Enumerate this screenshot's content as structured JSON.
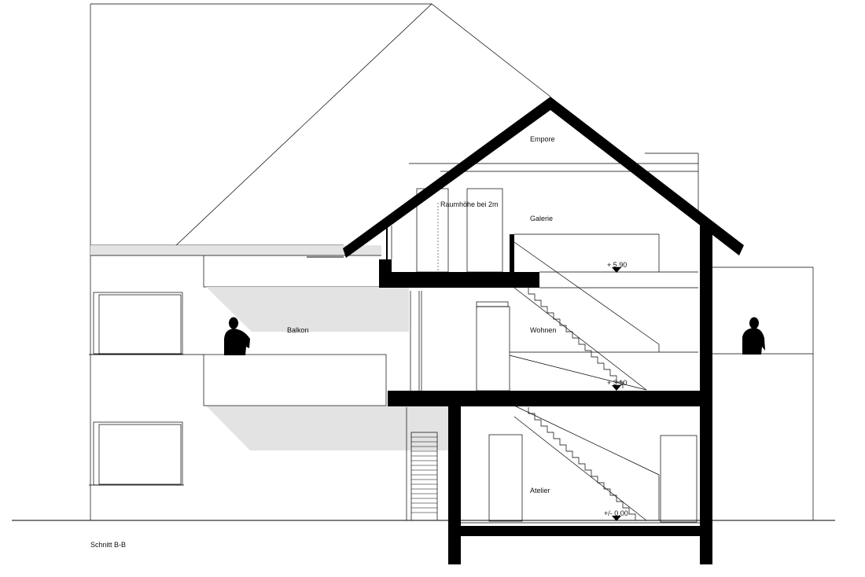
{
  "drawing_title": "Schnitt B-B",
  "rooms": {
    "empore": "Empore",
    "galerie": "Galerie",
    "wohnen": "Wohnen",
    "atelier": "Atelier",
    "balkon": "Balkon"
  },
  "annotations": {
    "room_height": "Raumhöhe bei 2m"
  },
  "levels": {
    "upper": "+ 5.90",
    "middle": "+ 3.10",
    "ground": "+/- 0.00"
  }
}
